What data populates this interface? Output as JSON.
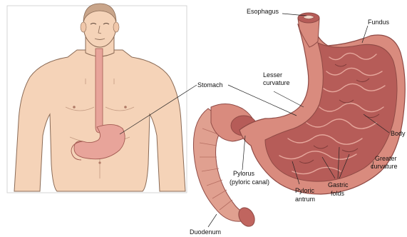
{
  "labels": {
    "esophagus": "Esophagus",
    "fundus": "Fundus",
    "stomach": "Stomach",
    "lesser_curvature_1": "Lesser",
    "lesser_curvature_2": "curvature",
    "body": "Body",
    "greater_curvature_1": "Greater",
    "greater_curvature_2": "curvature",
    "pylorus_1": "Pylorus",
    "pylorus_2": "(pyloric canal)",
    "pyloric_antrum_1": "Pyloric",
    "pyloric_antrum_2": "antrum",
    "gastric_folds_1": "Gastric",
    "gastric_folds_2": "folds",
    "duodenum": "Duodenum"
  },
  "colors": {
    "skin": "#f5d3b8",
    "skin_outline": "#8a6a55",
    "stomach_outer": "#d98b7e",
    "stomach_inner": "#b65c58",
    "mucosa": "#c86d68",
    "digestive_tract": "#e8a49a"
  }
}
